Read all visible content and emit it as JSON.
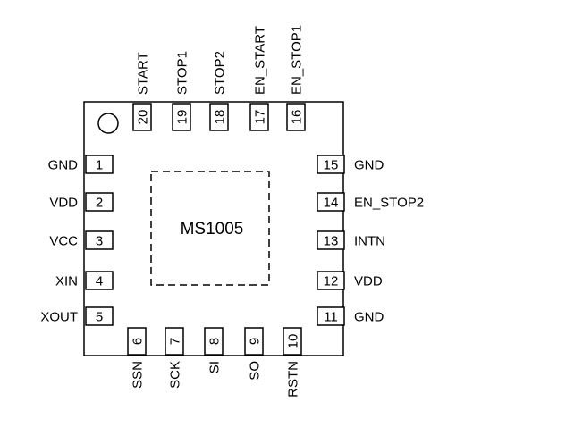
{
  "diagram": {
    "chip_label": "MS1005",
    "pins_left": [
      {
        "num": "1",
        "name": "GND"
      },
      {
        "num": "2",
        "name": "VDD"
      },
      {
        "num": "3",
        "name": "VCC"
      },
      {
        "num": "4",
        "name": "XIN"
      },
      {
        "num": "5",
        "name": "XOUT"
      }
    ],
    "pins_right": [
      {
        "num": "15",
        "name": "GND"
      },
      {
        "num": "14",
        "name": "EN_STOP2"
      },
      {
        "num": "13",
        "name": "INTN"
      },
      {
        "num": "12",
        "name": "VDD"
      },
      {
        "num": "11",
        "name": "GND"
      }
    ],
    "pins_top": [
      {
        "num": "20",
        "name": "START"
      },
      {
        "num": "19",
        "name": "STOP1"
      },
      {
        "num": "18",
        "name": "STOP2"
      },
      {
        "num": "17",
        "name": "EN_START"
      },
      {
        "num": "16",
        "name": "EN_STOP1"
      }
    ],
    "pins_bottom": [
      {
        "num": "6",
        "name": "SSN"
      },
      {
        "num": "7",
        "name": "SCK"
      },
      {
        "num": "8",
        "name": "SI"
      },
      {
        "num": "9",
        "name": "SO"
      },
      {
        "num": "10",
        "name": "RSTN"
      }
    ]
  }
}
